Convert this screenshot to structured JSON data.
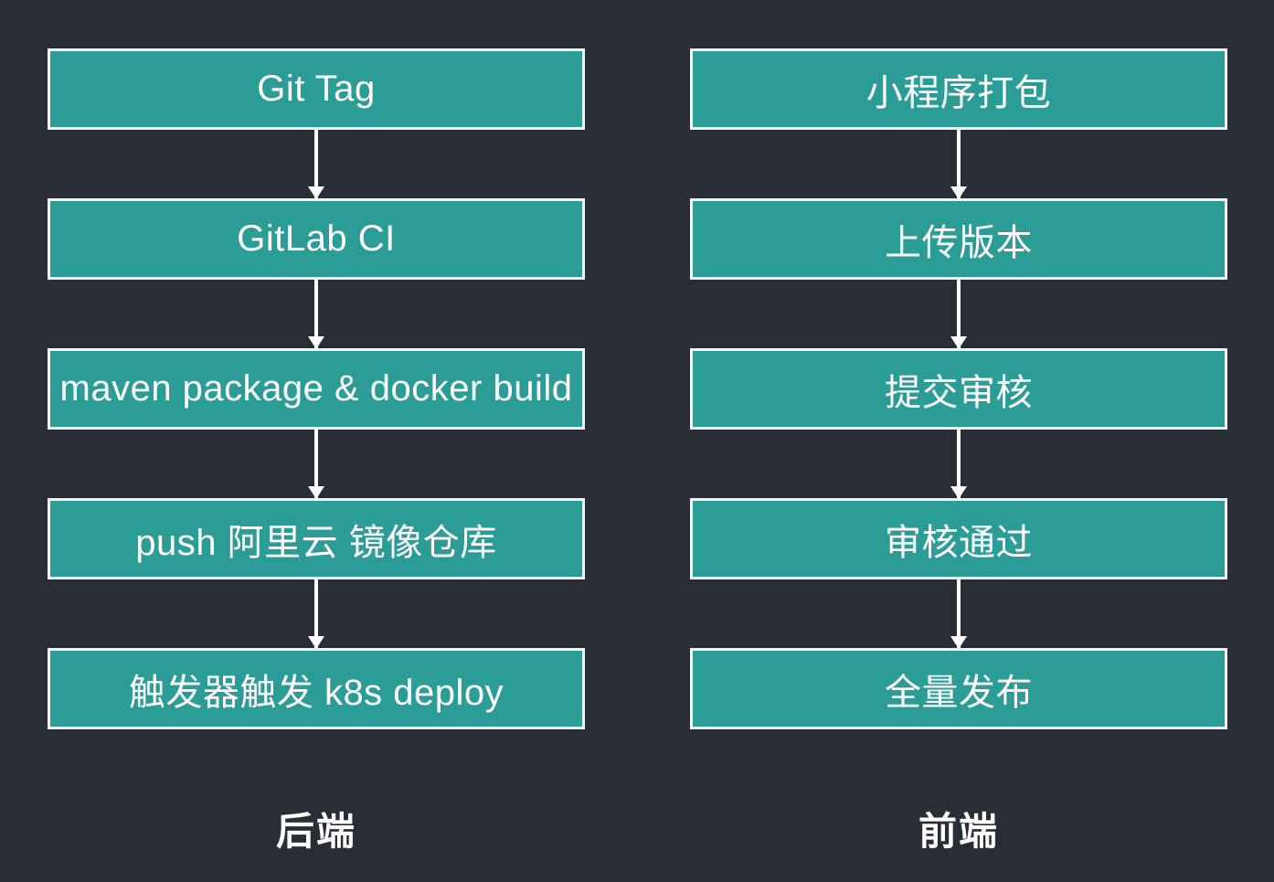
{
  "diagram": {
    "type": "flowchart",
    "background_color": "#282d36",
    "node_fill_color": "#2b9c96",
    "node_border_color": "#f7f7f7",
    "arrow_color": "#ffffff",
    "text_color": "#ffffff",
    "columns": [
      {
        "label": "后端",
        "steps": [
          "Git Tag",
          "GitLab CI",
          "maven package & docker build",
          "push 阿里云 镜像仓库",
          "触发器触发 k8s deploy"
        ]
      },
      {
        "label": "前端",
        "steps": [
          "小程序打包",
          "上传版本",
          "提交审核",
          "审核通过",
          "全量发布"
        ]
      }
    ]
  }
}
